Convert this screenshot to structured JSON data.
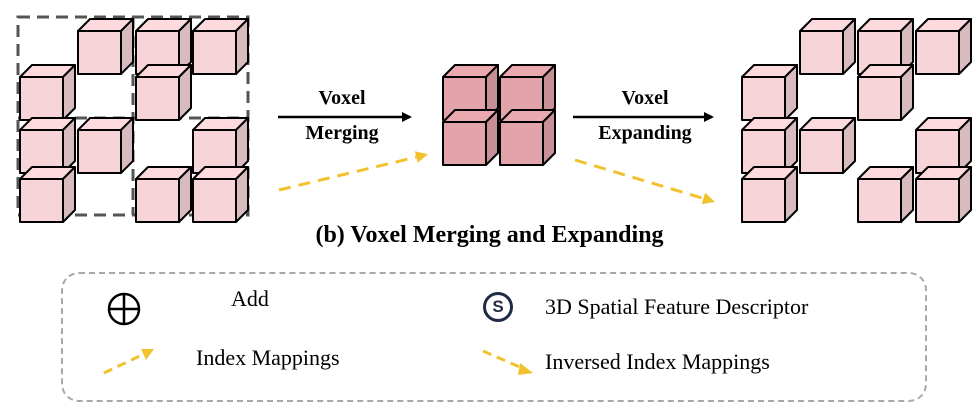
{
  "caption": "(b) Voxel Merging and Expanding",
  "arrows": {
    "merging": {
      "line1": "Voxel",
      "line2": "Merging"
    },
    "expanding": {
      "line1": "Voxel",
      "line2": "Expanding"
    }
  },
  "legend": {
    "add": {
      "icon": "circle-plus-icon",
      "label": "Add"
    },
    "descriptor": {
      "icon": "circled-s-icon",
      "symbol": "S",
      "label": "3D Spatial Feature Descriptor"
    },
    "index_mappings": {
      "icon": "yellow-dashed-arrow-icon",
      "label": "Index Mappings"
    },
    "inversed_index_mappings": {
      "icon": "yellow-dashed-arrow-down-icon",
      "label": "Inversed Index Mappings"
    }
  },
  "colors": {
    "cube_light": "#f6d4d8",
    "cube_dark": "#e2a4aa",
    "arrow_yellow": "#f2c12e",
    "legend_border": "#a8a8a8"
  }
}
